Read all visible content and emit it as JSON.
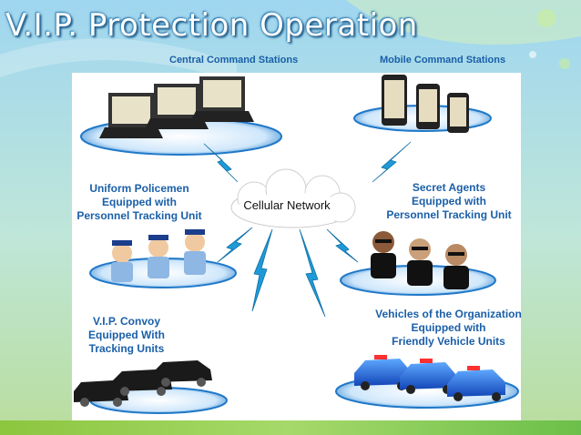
{
  "title": "V.I.P. Protection Operation",
  "labels": {
    "central": "Central Command Stations",
    "mobile": "Mobile Command Stations",
    "network": "Cellular Network",
    "policemen": [
      "Uniform Policemen",
      "Equipped with",
      "Personnel Tracking Unit"
    ],
    "agents": [
      "Secret Agents",
      "Equipped with",
      "Personnel Tracking Unit"
    ],
    "convoy": [
      "V.I.P. Convoy",
      "Equipped With",
      "Tracking Units"
    ],
    "vehicles": [
      "Vehicles of the Organization",
      "Equipped with",
      "Friendly Vehicle Units"
    ]
  },
  "colors": {
    "label_text": "#1a5fa8",
    "lightning": "#1e9ad6",
    "ellipse": "#1f78c8"
  }
}
